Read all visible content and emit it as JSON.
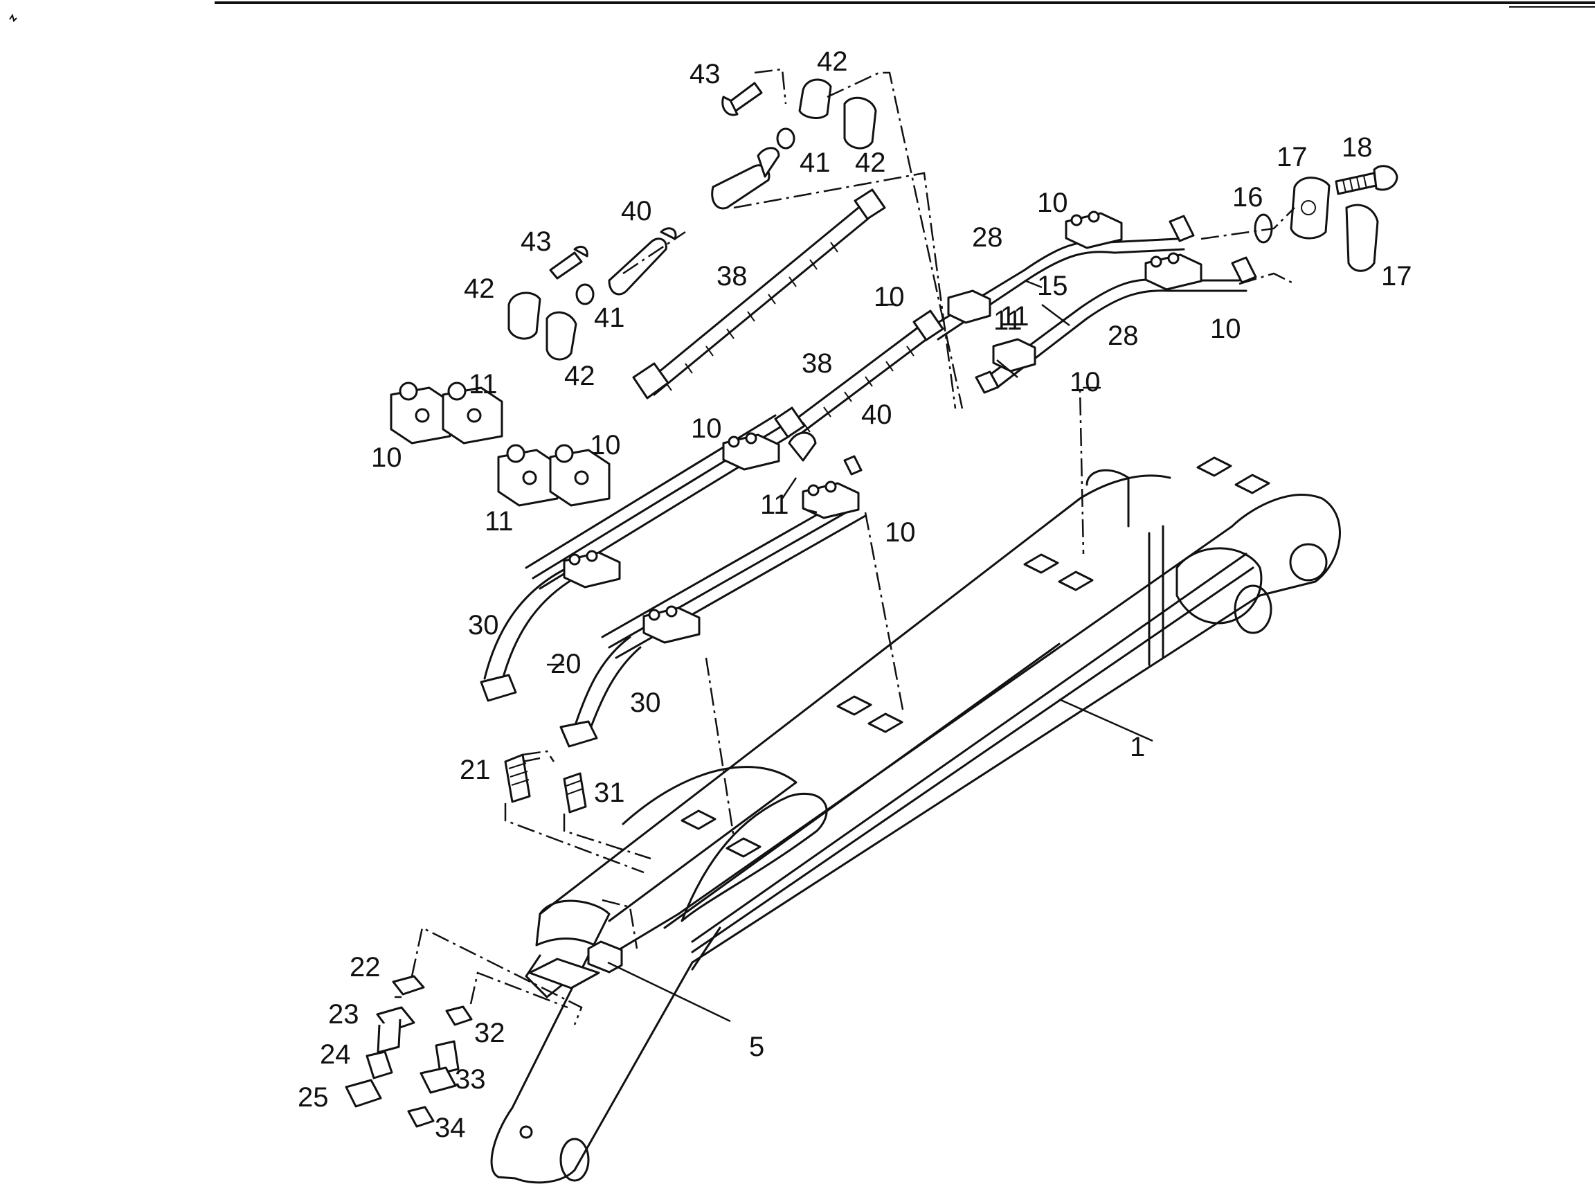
{
  "diagram": {
    "callouts": [
      {
        "id": "c43a",
        "label": "43"
      },
      {
        "id": "c42a",
        "label": "42"
      },
      {
        "id": "c42b",
        "label": "42"
      },
      {
        "id": "c41a",
        "label": "41"
      },
      {
        "id": "c40a",
        "label": "40"
      },
      {
        "id": "c43b",
        "label": "43"
      },
      {
        "id": "c42c",
        "label": "42"
      },
      {
        "id": "c41b",
        "label": "41"
      },
      {
        "id": "c42d",
        "label": "42"
      },
      {
        "id": "c38a",
        "label": "38"
      },
      {
        "id": "c17a",
        "label": "17"
      },
      {
        "id": "c18",
        "label": "18"
      },
      {
        "id": "c16",
        "label": "16"
      },
      {
        "id": "c17b",
        "label": "17"
      },
      {
        "id": "c10a",
        "label": "10"
      },
      {
        "id": "c28a",
        "label": "28"
      },
      {
        "id": "c15",
        "label": "15"
      },
      {
        "id": "c10b",
        "label": "10"
      },
      {
        "id": "c11a",
        "label": "11"
      },
      {
        "id": "c11b",
        "label": "11"
      },
      {
        "id": "c28b",
        "label": "28"
      },
      {
        "id": "c10c",
        "label": "10"
      },
      {
        "id": "c10d",
        "label": "10"
      },
      {
        "id": "c38b",
        "label": "38"
      },
      {
        "id": "c40b",
        "label": "40"
      },
      {
        "id": "c11c",
        "label": "11"
      },
      {
        "id": "c10e",
        "label": "10"
      },
      {
        "id": "c10f",
        "label": "10"
      },
      {
        "id": "c11d",
        "label": "11"
      },
      {
        "id": "c10g",
        "label": "10"
      },
      {
        "id": "c11e",
        "label": "11"
      },
      {
        "id": "c10h",
        "label": "10"
      },
      {
        "id": "c30a",
        "label": "30"
      },
      {
        "id": "c20",
        "label": "20"
      },
      {
        "id": "c30b",
        "label": "30"
      },
      {
        "id": "c1",
        "label": "1"
      },
      {
        "id": "c21",
        "label": "21"
      },
      {
        "id": "c31",
        "label": "31"
      },
      {
        "id": "c22",
        "label": "22"
      },
      {
        "id": "c23",
        "label": "23"
      },
      {
        "id": "c32",
        "label": "32"
      },
      {
        "id": "c24",
        "label": "24"
      },
      {
        "id": "c33",
        "label": "33"
      },
      {
        "id": "c25",
        "label": "25"
      },
      {
        "id": "c34",
        "label": "34"
      },
      {
        "id": "c5",
        "label": "5"
      }
    ]
  }
}
